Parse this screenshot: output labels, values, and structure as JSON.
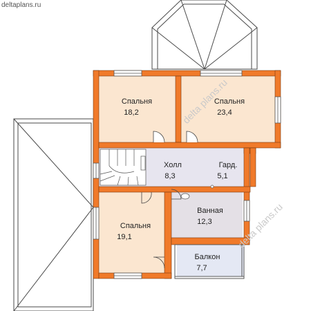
{
  "site": "deltaplans.ru",
  "watermark": "delta plans.ru",
  "colors": {
    "wall": "#f07a2a",
    "room": "#fbe6d0",
    "hall": "#e7e5ef",
    "bath": "#e4e0e6",
    "balcony": "#e4e8f4",
    "roof": "#4a4a4a"
  },
  "rooms": {
    "bed1": {
      "name": "Спальня",
      "area": "18,2"
    },
    "bed2": {
      "name": "Спальня",
      "area": "23,4"
    },
    "hall": {
      "name": "Холл",
      "area": "8,3"
    },
    "ward": {
      "name": "Гард.",
      "area": "5,1"
    },
    "bath": {
      "name": "Ванная",
      "area": "12,3"
    },
    "bed3": {
      "name": "Спальня",
      "area": "19,1"
    },
    "balcony": {
      "name": "Балкон",
      "area": "7,7"
    }
  }
}
